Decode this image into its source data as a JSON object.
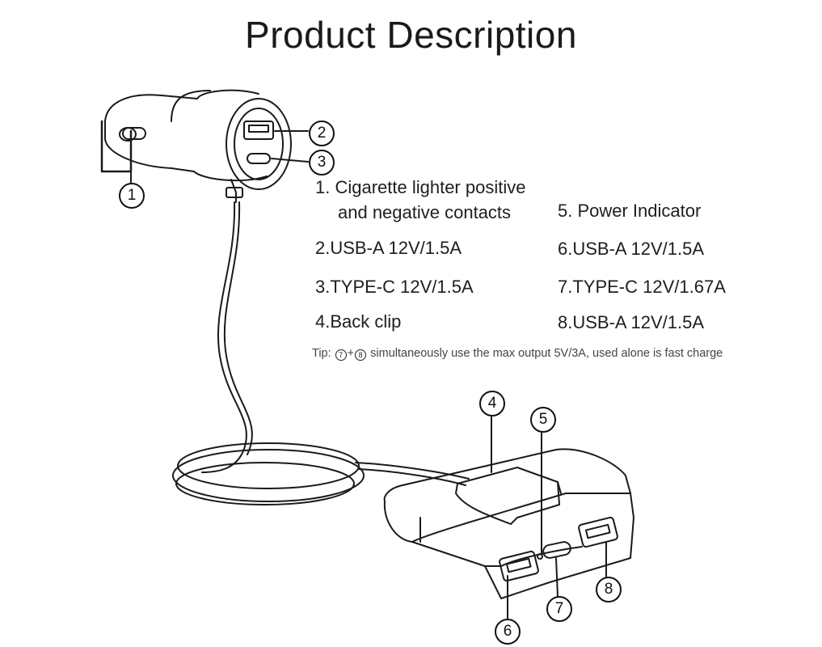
{
  "title": "Product Description",
  "specs": {
    "item1_line1": "1. Cigarette lighter positive",
    "item1_line2": "and negative contacts",
    "item2": "2.USB-A 12V/1.5A",
    "item3": "3.TYPE-C 12V/1.5A",
    "item4": "4.Back clip",
    "item5": "5. Power Indicator",
    "item6": "6.USB-A 12V/1.5A",
    "item7": "7.TYPE-C 12V/1.67A",
    "item8": "8.USB-A 12V/1.5A"
  },
  "tip": {
    "prefix": "Tip:",
    "marker_a": "7",
    "plus": "+",
    "marker_b": "8",
    "text": "simultaneously use the max output 5V/3A, used alone is fast charge"
  },
  "callouts": [
    "1",
    "2",
    "3",
    "4",
    "5",
    "6",
    "7",
    "8"
  ]
}
